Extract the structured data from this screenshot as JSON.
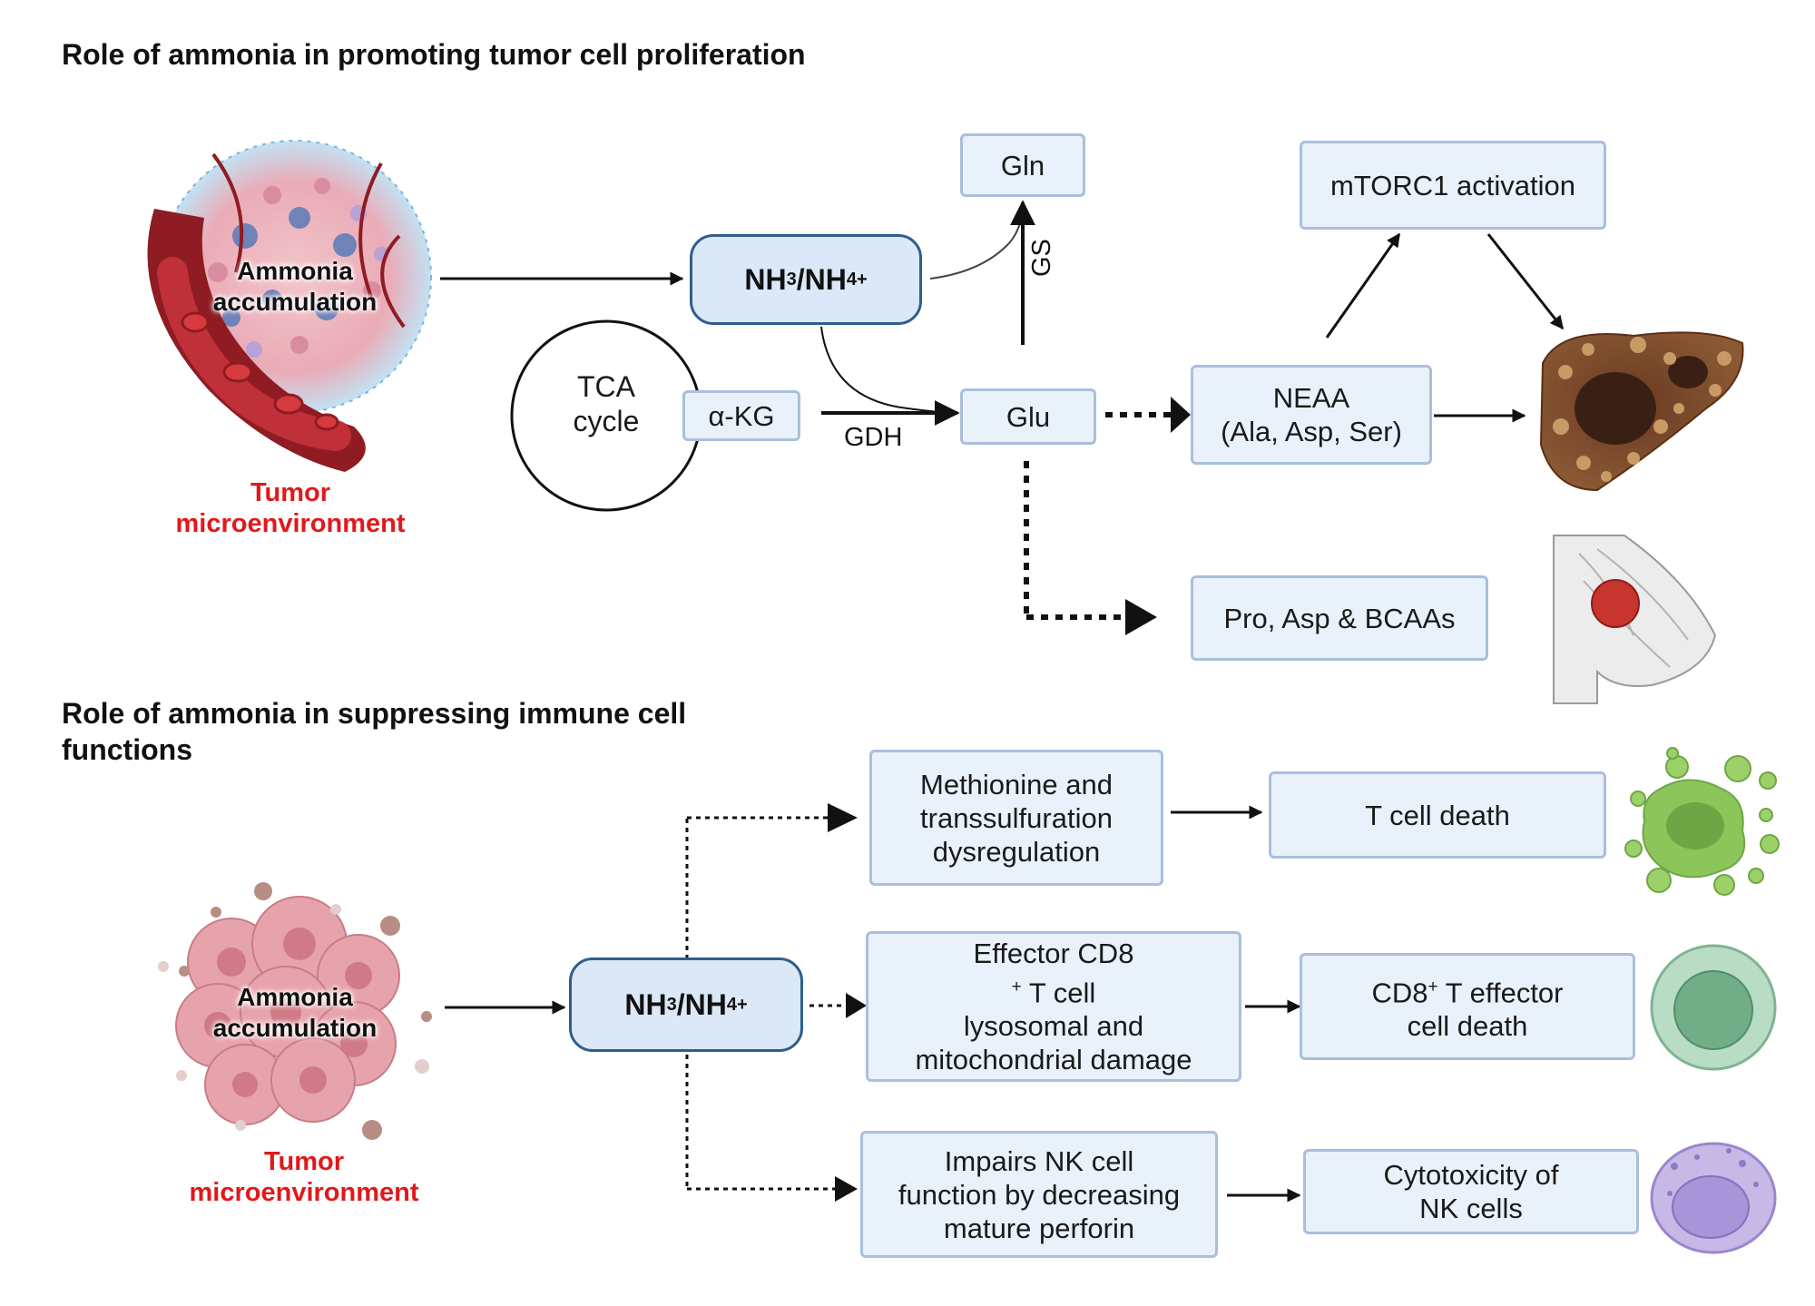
{
  "top": {
    "title": "Role of ammonia in promoting tumor cell proliferation",
    "overlay": [
      "Ammonia",
      "accumulation"
    ],
    "tme": [
      "Tumor",
      "microenvironment"
    ],
    "nh": {
      "base": "NH",
      "s1": "3",
      "mid": "/NH",
      "s2": "4",
      "sup": "+"
    },
    "gln": "Gln",
    "gs": "GS",
    "tca": [
      "TCA",
      "cycle"
    ],
    "akg": "α-KG",
    "gdh": "GDH",
    "glu": "Glu",
    "neaa": [
      "NEAA",
      "(Ala, Asp, Ser)"
    ],
    "mtorc1": "mTORC1 activation",
    "pro": "Pro, Asp & BCAAs"
  },
  "bottom": {
    "title": [
      "Role of ammonia in suppressing immune cell",
      "functions"
    ],
    "overlay": [
      "Ammonia",
      "accumulation"
    ],
    "tme": [
      "Tumor",
      "microenvironment"
    ],
    "nh": {
      "base": "NH",
      "s1": "3",
      "mid": "/NH",
      "s2": "4",
      "sup": "+"
    },
    "methionine": [
      "Methionine and",
      "transsulfuration",
      "dysregulation"
    ],
    "tcell_death": "T cell death",
    "effector": {
      "l1a": "Effector CD8",
      "l1sup": "+",
      "l1b": " T cell",
      "l2": "lysosomal and",
      "l3": "mitochondrial damage"
    },
    "cd8_death": {
      "l1a": "CD8",
      "l1sup": "+",
      "l1b": " T effector",
      "l2": "cell death"
    },
    "nk_impair": [
      "Impairs NK cell",
      "function by decreasing",
      "mature perforin"
    ],
    "nk_cyto": [
      "Cytotoxicity of",
      "NK cells"
    ]
  },
  "colors": {
    "accent_red": "#e0191b",
    "box_fill": "#e9f1fb",
    "box_border": "#a9bfdc",
    "pill_border": "#2f5e8e"
  }
}
